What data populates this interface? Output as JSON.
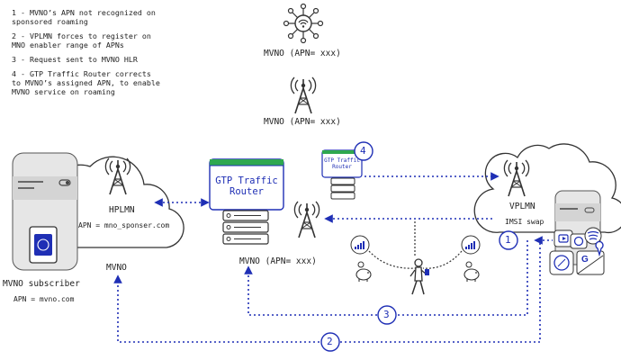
{
  "notes": [
    {
      "number": "1",
      "lines": [
        "1 - MVNO’s APN not recognized on",
        "sponsored roaming"
      ]
    },
    {
      "number": "2",
      "lines": [
        "2 - VPLMN forces to register on",
        "MNO enabler range of APNs"
      ]
    },
    {
      "number": "3",
      "lines": [
        "3 - Request sent to MVNO HLR"
      ]
    },
    {
      "number": "4",
      "lines": [
        "4 - GTP Traffic Router corrects",
        "to MVNO’s assigned APN, to enable",
        "MVNO service on roaming"
      ]
    }
  ],
  "labels": {
    "mvno_top": "MVNO (APN= xxx)",
    "mvno_mid": "MVNO (APN= xxx)",
    "mvno_main": "MVNO (APN= xxx)",
    "hplmn": "HPLMN",
    "hplmn_apn": "APN = mno_sponser.com",
    "mvno": "MVNO",
    "subscriber": "MVNO subscriber",
    "subscriber_apn": "APN = mvno.com",
    "router_title": "GTP Traffic Router",
    "router_small": "GTP Traffic Router",
    "vplmn": "VPLMN",
    "imsi_swap": "IMSI swap"
  },
  "steps": {
    "s1": "1",
    "s2": "2",
    "s3": "3",
    "s4": "4"
  },
  "colors": {
    "accent": "#1f2fb5",
    "ink": "#333333",
    "router_stripe": "#2fa84f",
    "card_bg": "#e8e8e8"
  },
  "icons": [
    "network-hub-icon",
    "cell-tower-icon",
    "phone-icon",
    "sim-card-icon",
    "cloud-icon",
    "server-icon",
    "signal-bars-icon",
    "piggy-bank-icon",
    "traveler-icon",
    "app-tile-icon",
    "compass-icon",
    "google-maps-icon",
    "spotify-icon",
    "video-icon",
    "message-icon"
  ]
}
